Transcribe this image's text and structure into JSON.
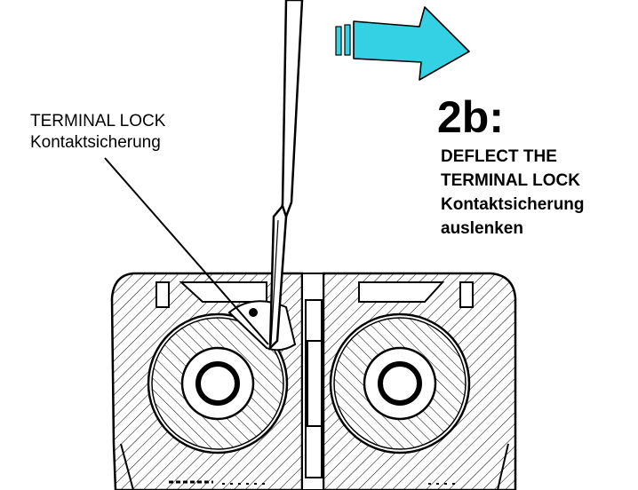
{
  "callout": {
    "label_en": "TERMINAL LOCK",
    "label_de": "Kontaktsicherung"
  },
  "instruction": {
    "step": "2b:",
    "lines": [
      "DEFLECT THE",
      "TERMINAL LOCK",
      "Kontaktsicherung",
      "auslenken"
    ]
  },
  "colors": {
    "arrow_fill": "#33d1e3",
    "ink": "#000000",
    "background": "#ffffff"
  },
  "icons": {
    "direction_arrow": "arrow-right-icon",
    "tool": "screwdriver-icon"
  }
}
